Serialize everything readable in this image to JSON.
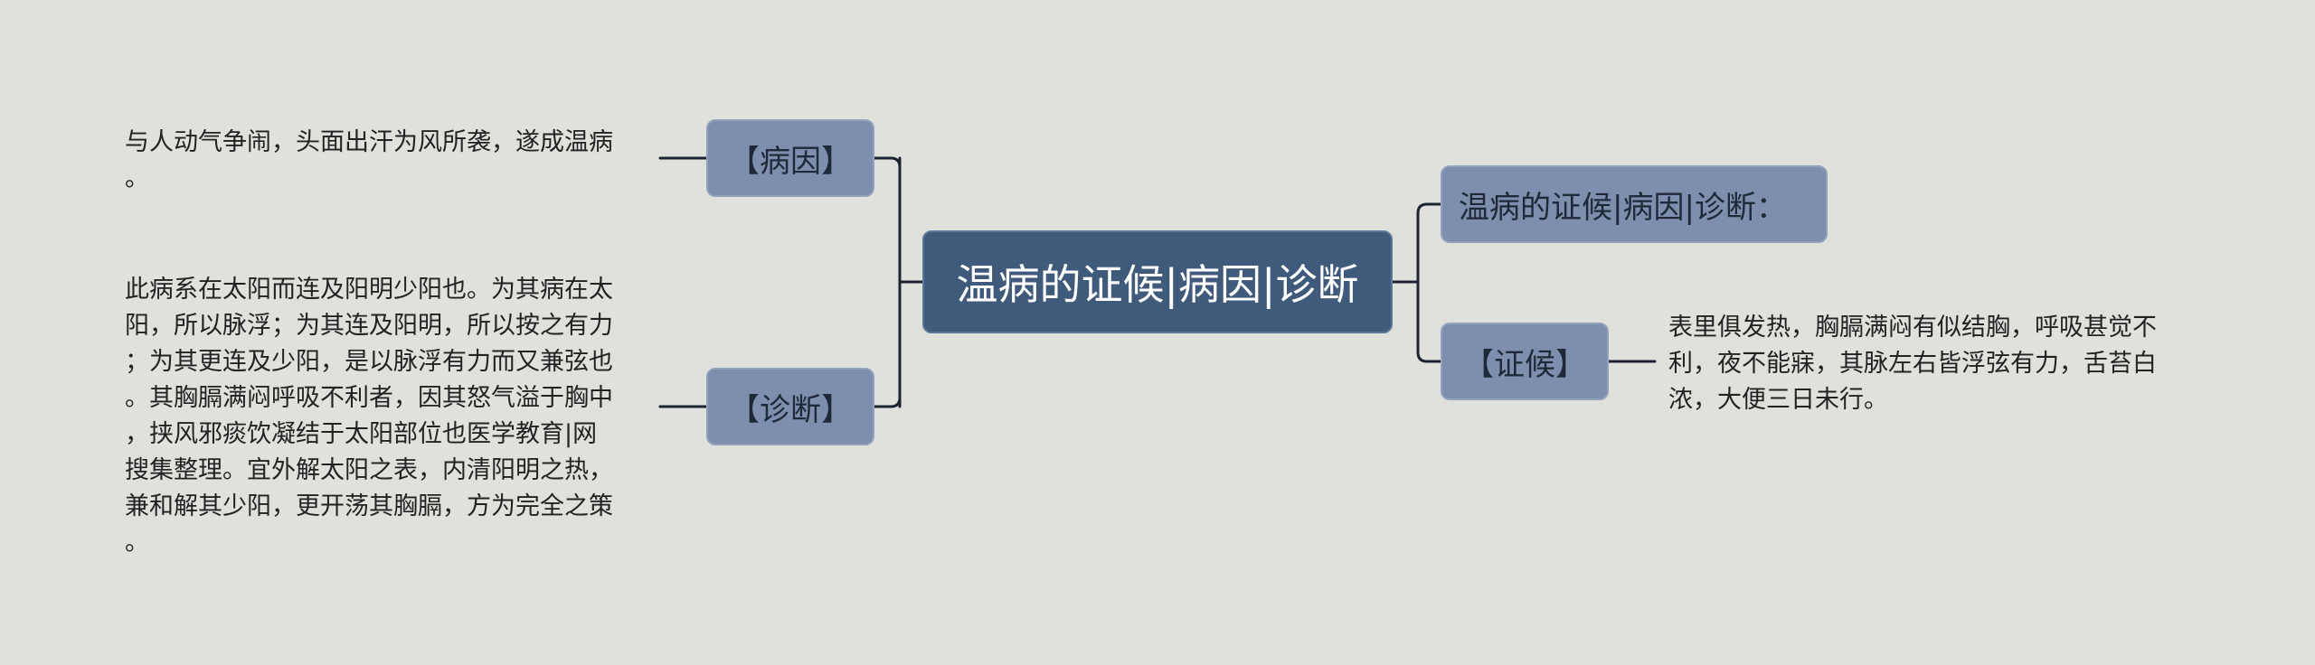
{
  "mindmap": {
    "root": "温病的证候|病因|诊断",
    "left": {
      "bingyin": {
        "label": "【病因】",
        "text": [
          "与人动气争闹，头面出汗为风所袭，遂成温病",
          "。"
        ]
      },
      "zhenduan": {
        "label": "【诊断】",
        "text": [
          "此病系在太阳而连及阳明少阳也。为其病在太",
          "阳，所以脉浮；为其连及阳明，所以按之有力",
          "；为其更连及少阳，是以脉浮有力而又兼弦也",
          "。其胸膈满闷呼吸不利者，因其怒气溢于胸中",
          "，挟风邪痰饮凝结于太阳部位也医学教育|网",
          "搜集整理。宜外解太阳之表，内清阳明之热，",
          "兼和解其少阳，更开荡其胸膈，方为完全之策",
          "。"
        ]
      }
    },
    "right": {
      "title": {
        "label": "温病的证候|病因|诊断："
      },
      "zhenghou": {
        "label": "【证候】",
        "text": [
          "表里俱发热，胸膈满闷有似结胸，呼吸甚觉不",
          "利，夜不能寐，其脉左右皆浮弦有力，舌苔白",
          "浓，大便三日未行。"
        ]
      }
    },
    "colors": {
      "background": "#e0e1dd",
      "root_fill": "#3f5a7a",
      "branch_fill": "#7d8fad",
      "connector": "#1b2430",
      "root_text": "#ffffff",
      "branch_text": "#1f2a38"
    }
  }
}
